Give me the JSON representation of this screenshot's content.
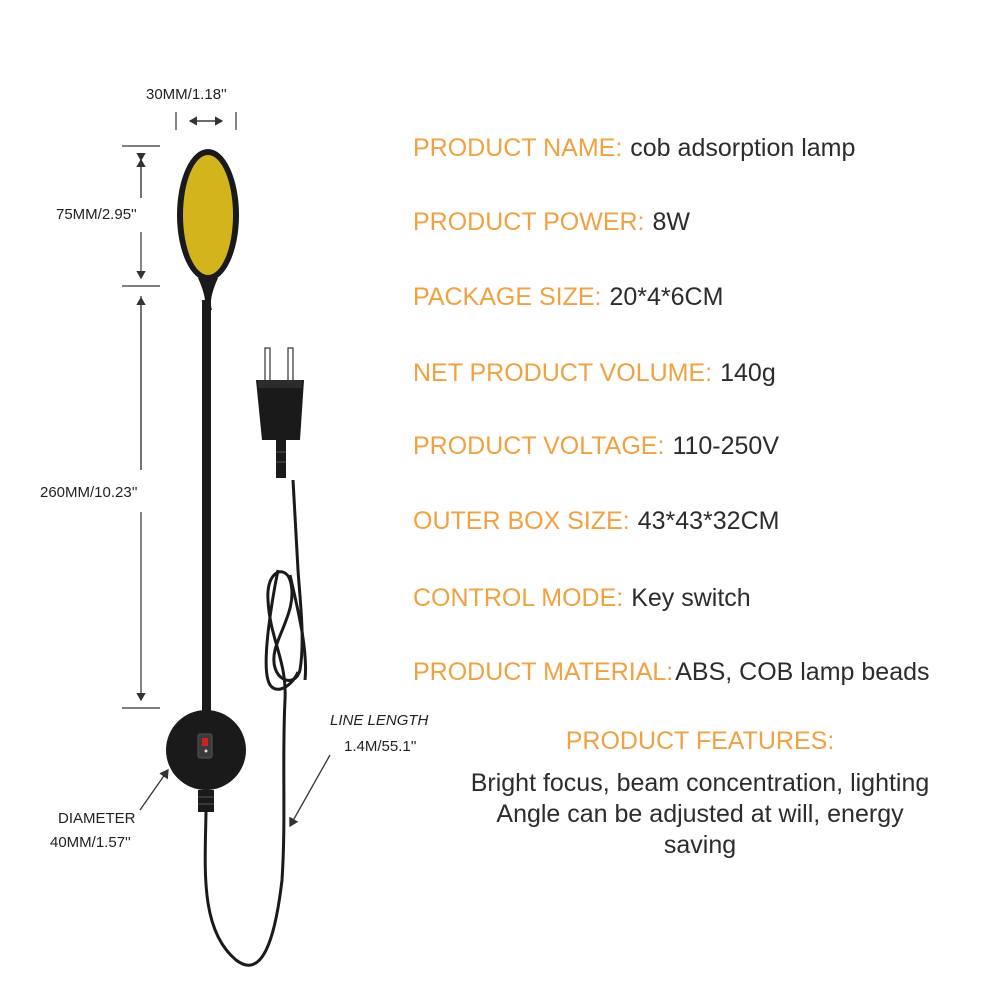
{
  "dimensions": {
    "head_width": "30MM/1.18''",
    "head_height": "75MM/2.95''",
    "arm_length": "260MM/10.23''",
    "line_length_label": "LINE LENGTH",
    "line_length_value": "1.4M/55.1''",
    "diameter_label": "DIAMETER",
    "diameter_value": "40MM/1.57''"
  },
  "specs": [
    {
      "label": "PRODUCT NAME:",
      "value": "cob adsorption lamp"
    },
    {
      "label": "PRODUCT POWER:",
      "value": "8W"
    },
    {
      "label": "PACKAGE SIZE:",
      "value": "20*4*6CM"
    },
    {
      "label": "NET PRODUCT VOLUME:",
      "value": "140g"
    },
    {
      "label": "PRODUCT VOLTAGE:",
      "value": "110-250V"
    },
    {
      "label": "OUTER BOX SIZE:",
      "value": "43*43*32CM"
    },
    {
      "label": "CONTROL MODE:",
      "value": "Key switch"
    },
    {
      "label": "PRODUCT MATERIAL:",
      "value": "ABS, COB lamp beads"
    }
  ],
  "features": {
    "title": "PRODUCT FEATURES:",
    "text": "Bright focus, beam concentration, lighting Angle can be adjusted at will, energy saving"
  },
  "colors": {
    "label_orange": "#f0a140",
    "lamp_yellow": "#d4b41c",
    "lamp_body": "#1a1a1a",
    "text_dark": "#2c2c2c"
  }
}
